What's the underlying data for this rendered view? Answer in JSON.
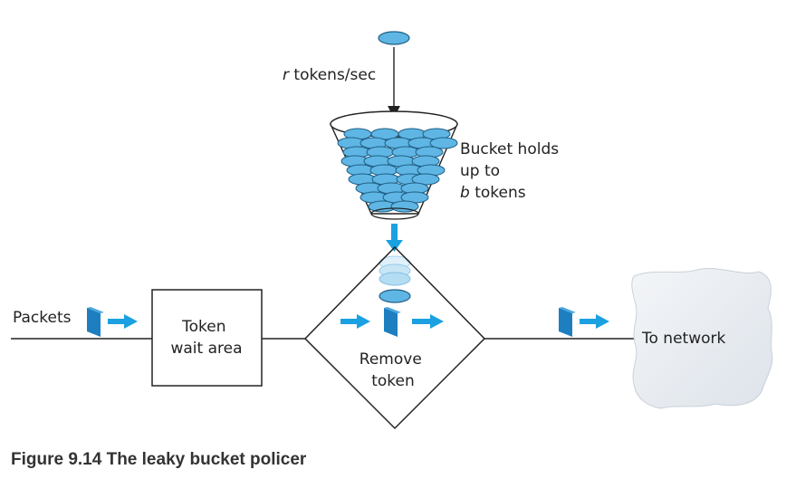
{
  "rate_label": {
    "var": "r",
    "rest": " tokens/sec"
  },
  "bucket_label": {
    "line1": "Bucket holds",
    "line2": "up to",
    "line3_var": "b",
    "line3_rest": " tokens"
  },
  "packets_label": "Packets",
  "wait_area": {
    "line1": "Token",
    "line2": "wait area"
  },
  "remove_token": {
    "line1": "Remove",
    "line2": "token"
  },
  "network_label": "To network",
  "caption": "Figure 9.14 The leaky bucket policer",
  "colors": {
    "token_fill": "#5fb6e4",
    "token_stroke": "#1f5f86",
    "arrow": "#1ba1e2",
    "packet": "#1d7fc0",
    "cloud": "#e9edf1",
    "line": "#222222"
  }
}
